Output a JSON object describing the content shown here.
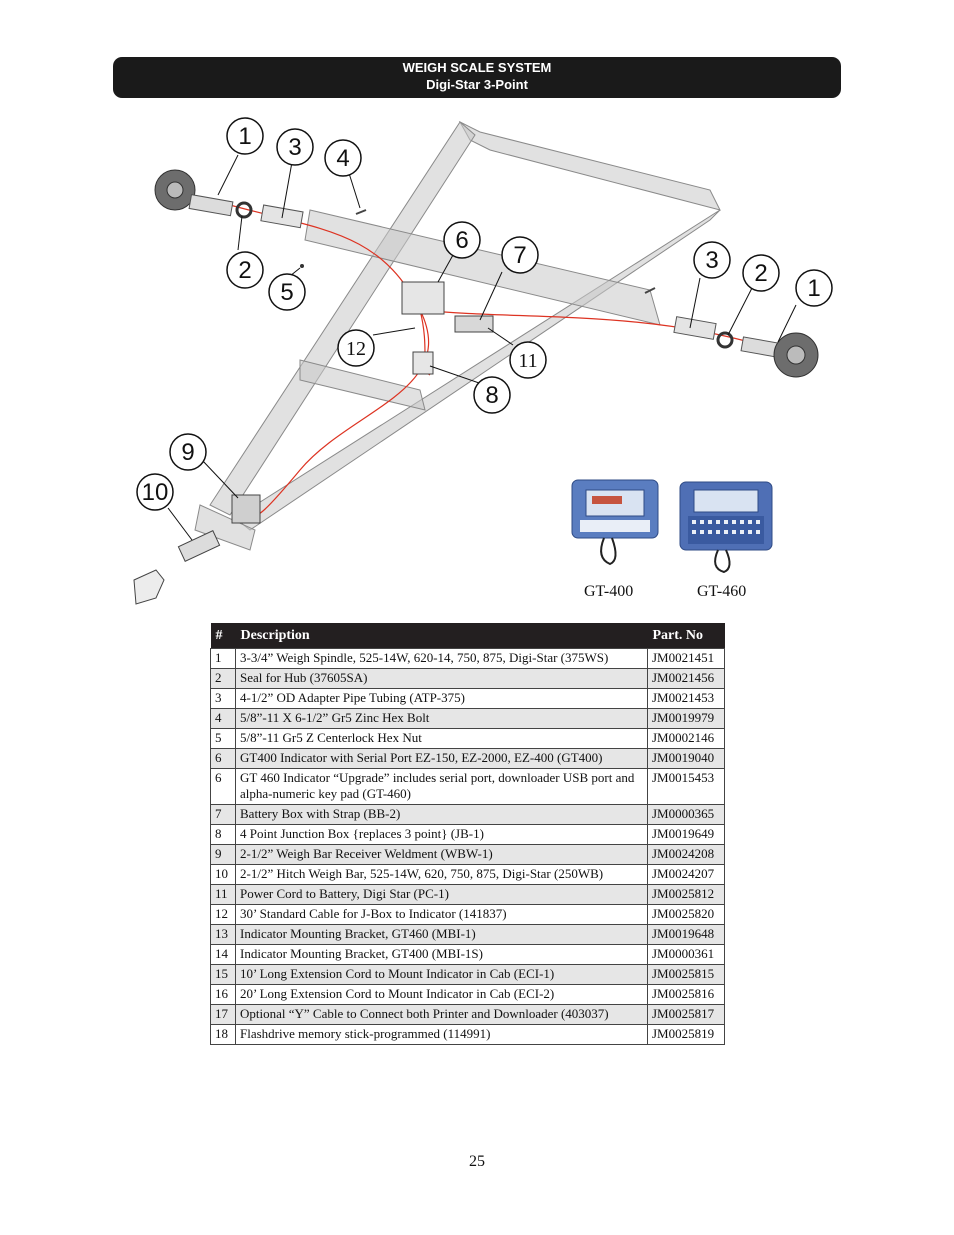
{
  "header": {
    "title": "WEIGH SCALE SYSTEM",
    "subtitle": "Digi-Star 3-Point"
  },
  "diagram": {
    "callouts": [
      "1",
      "3",
      "4",
      "2",
      "5",
      "6",
      "7",
      "12",
      "11",
      "8",
      "3",
      "2",
      "1",
      "9",
      "10"
    ],
    "indicators": [
      {
        "label": "GT-400"
      },
      {
        "label": "GT-460"
      }
    ]
  },
  "table": {
    "headers": [
      "#",
      "Description",
      "Part. No"
    ],
    "rows": [
      {
        "num": "1",
        "desc": "3-3/4” Weigh Spindle, 525-14W, 620-14, 750, 875, Digi-Star (375WS)",
        "part": "JM0021451"
      },
      {
        "num": "2",
        "desc": "Seal for Hub (37605SA)",
        "part": "JM0021456"
      },
      {
        "num": "3",
        "desc": "4-1/2” OD Adapter Pipe Tubing (ATP-375)",
        "part": "JM0021453"
      },
      {
        "num": "4",
        "desc": "5/8”-11 X 6-1/2” Gr5 Zinc Hex Bolt",
        "part": "JM0019979"
      },
      {
        "num": "5",
        "desc": "5/8”-11 Gr5 Z Centerlock Hex Nut",
        "part": "JM0002146"
      },
      {
        "num": "6",
        "desc": "GT400 Indicator with Serial Port EZ-150, EZ-2000, EZ-400 (GT400)",
        "part": "JM0019040"
      },
      {
        "num": "6",
        "desc": "GT 460 Indicator “Upgrade” includes serial port, downloader USB port and alpha-numeric key pad (GT-460)",
        "part": "JM0015453"
      },
      {
        "num": "7",
        "desc": "Battery Box with Strap (BB-2)",
        "part": "JM0000365"
      },
      {
        "num": "8",
        "desc": "4 Point Junction Box {replaces 3 point} (JB-1)",
        "part": "JM0019649"
      },
      {
        "num": "9",
        "desc": "2-1/2” Weigh Bar Receiver Weldment (WBW-1)",
        "part": "JM0024208"
      },
      {
        "num": "10",
        "desc": "2-1/2” Hitch Weigh Bar, 525-14W, 620, 750, 875, Digi-Star (250WB)",
        "part": "JM0024207"
      },
      {
        "num": "11",
        "desc": "Power Cord to Battery, Digi Star (PC-1)",
        "part": "JM0025812"
      },
      {
        "num": "12",
        "desc": "30’ Standard Cable for J-Box to Indicator (141837)",
        "part": "JM0025820"
      },
      {
        "num": "13",
        "desc": "Indicator Mounting Bracket, GT460 (MBI-1)",
        "part": "JM0019648"
      },
      {
        "num": "14",
        "desc": "Indicator Mounting Bracket, GT400 (MBI-1S)",
        "part": "JM0000361"
      },
      {
        "num": "15",
        "desc": "10’ Long Extension Cord to Mount Indicator in Cab (ECI-1)",
        "part": "JM0025815"
      },
      {
        "num": "16",
        "desc": "20’ Long Extension Cord to Mount Indicator in Cab (ECI-2)",
        "part": "JM0025816"
      },
      {
        "num": "17",
        "desc": "Optional “Y” Cable to Connect both Printer and Downloader (403037)",
        "part": "JM0025817"
      },
      {
        "num": "18",
        "desc": "Flashdrive memory stick-programmed (114991)",
        "part": "JM0025819"
      }
    ]
  },
  "footer": {
    "page_number": "25"
  }
}
